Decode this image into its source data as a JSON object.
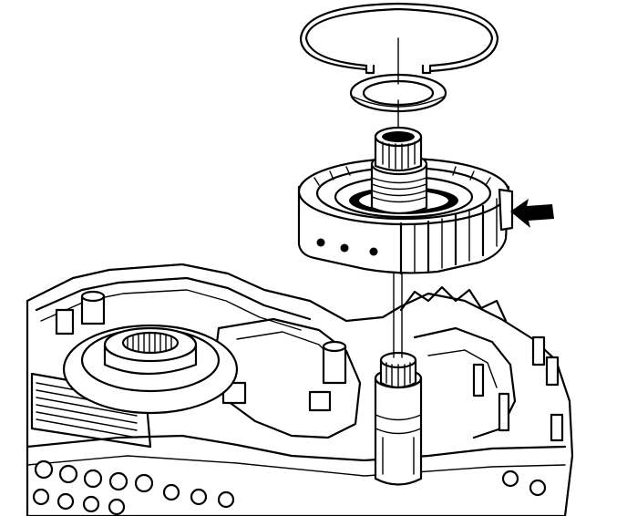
{
  "figure": {
    "parts": [
      {
        "id": "snap-ring",
        "icon": "snap-ring-icon"
      },
      {
        "id": "thrust-washer",
        "icon": "washer-icon"
      },
      {
        "id": "clutch-housing-assembly",
        "icon": "clutch-housing-icon"
      },
      {
        "id": "output-shaft",
        "icon": "splined-shaft-icon"
      },
      {
        "id": "transmission-case",
        "icon": "case-icon"
      }
    ],
    "callout_arrow": {
      "icon": "arrow-left-icon",
      "points_to": "clutch-housing-assembly"
    },
    "line_color": "#000000",
    "background_color": "#ffffff"
  }
}
